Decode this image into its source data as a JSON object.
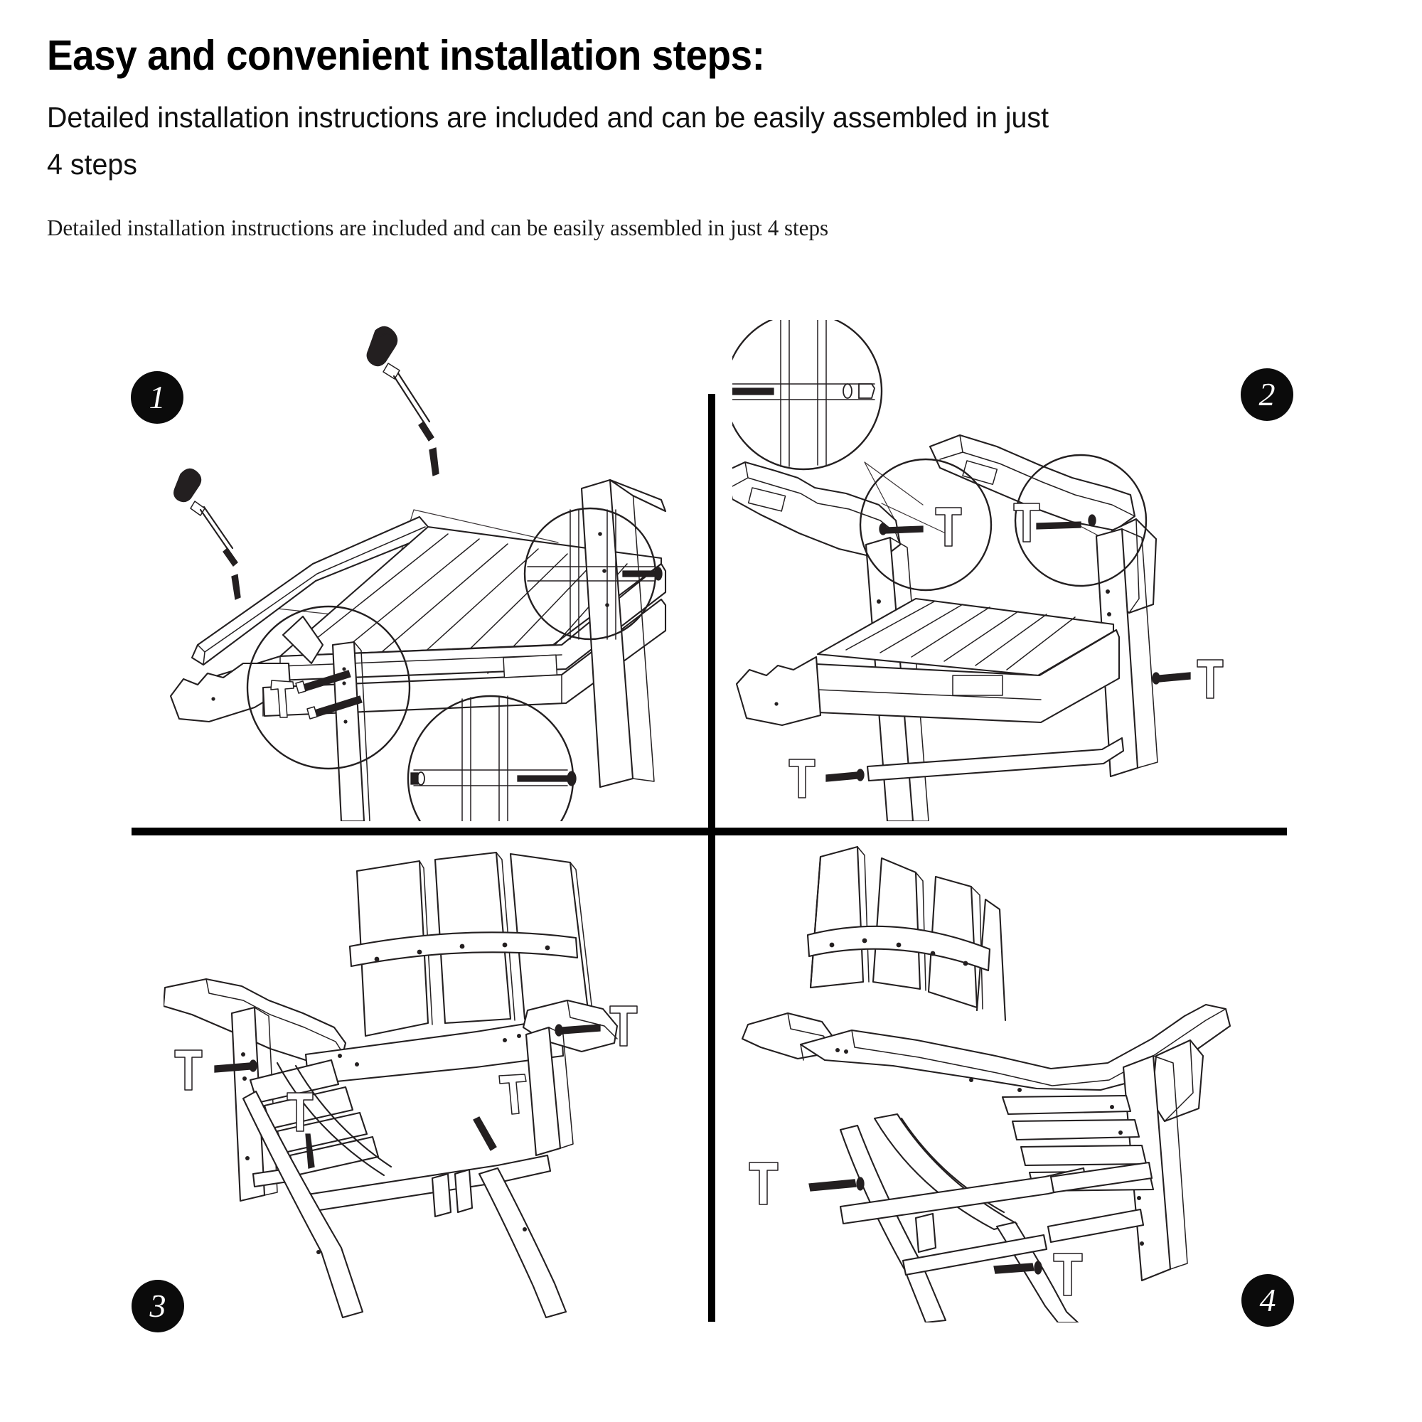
{
  "header": {
    "title": "Easy and convenient installation steps:",
    "subtitle": "Detailed installation instructions are included and can be easily assembled in just 4 steps",
    "caption": "Detailed installation instructions are included and can be easily assembled in just 4 steps"
  },
  "steps": [
    {
      "number": "1",
      "badge_position": "top-left",
      "illustration": "chair-seat-frame-with-two-screwdrivers-and-two-detail-callout-circles"
    },
    {
      "number": "2",
      "badge_position": "top-right",
      "illustration": "chair-with-armrests-attached-three-detail-callout-circles-and-t-wrench-bolts"
    },
    {
      "number": "3",
      "badge_position": "bottom-left",
      "illustration": "chair-rear-three-quarter-view-with-backrest-and-four-t-wrench-bolts"
    },
    {
      "number": "4",
      "badge_position": "bottom-right",
      "illustration": "completed-adirondack-chair-side-view-with-two-t-wrench-bolts"
    }
  ],
  "colors": {
    "background": "#ffffff",
    "ink": "#231f20",
    "badge_fill": "#0b0b0b",
    "badge_text": "#ffffff",
    "divider": "#000000"
  },
  "dividers": {
    "horizontal": "panel-row-separator",
    "vertical": "panel-column-separator"
  }
}
